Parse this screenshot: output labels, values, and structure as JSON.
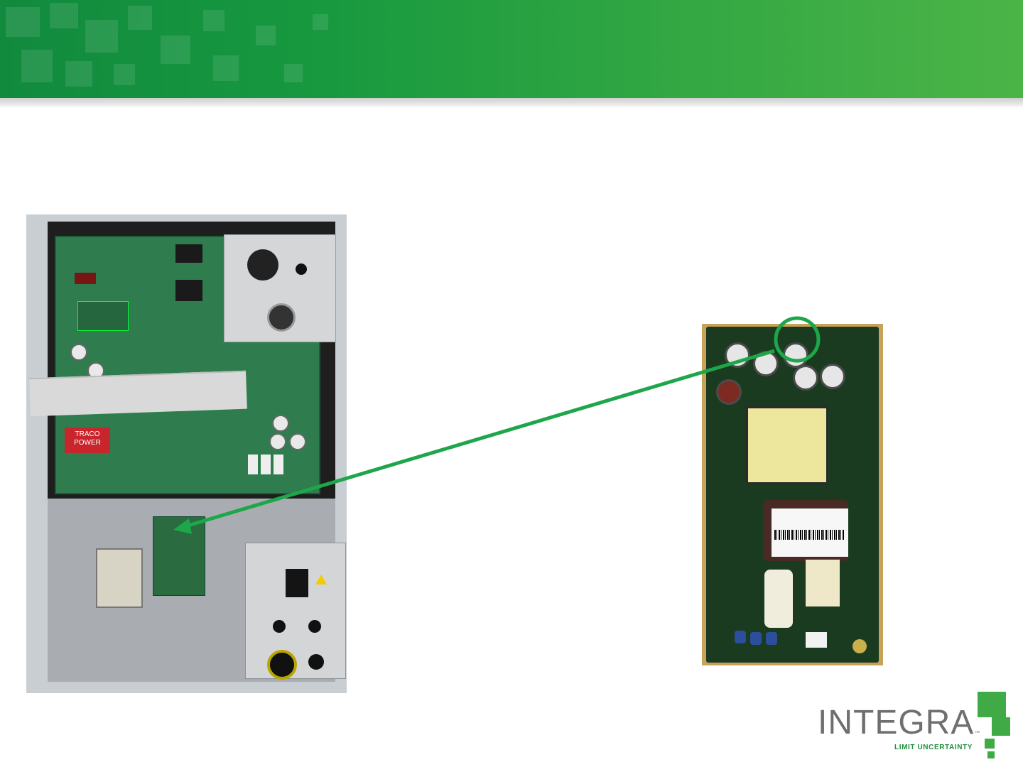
{
  "slide": {
    "logo": {
      "wordmark": "INTEGRA",
      "trademark": "™",
      "tagline": "LIMIT UNCERTAINTY",
      "brand_color": "#3faa46",
      "text_color": "#6f6f6f"
    },
    "colors": {
      "banner_start": "#118a3e",
      "banner_end": "#4bb447",
      "highlight": "#1ea64a"
    },
    "photos": {
      "left": {
        "badge": "TRACO POWER"
      }
    }
  }
}
